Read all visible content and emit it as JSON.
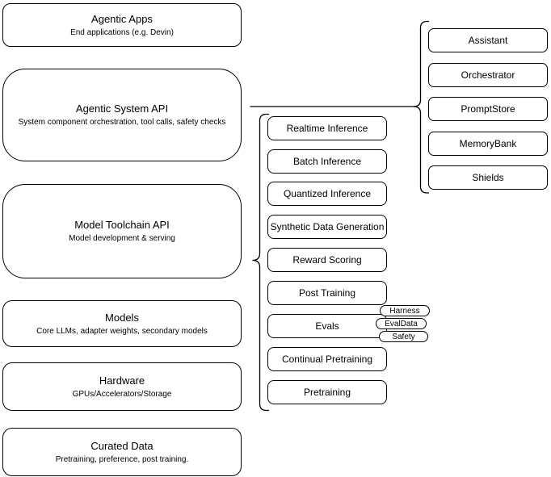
{
  "stack_layers": [
    {
      "title": "Agentic Apps",
      "subtitle": "End applications (e.g. Devin)"
    },
    {
      "title": "Agentic System API",
      "subtitle": "System component orchestration, tool calls, safety checks"
    },
    {
      "title": "Model Toolchain API",
      "subtitle": "Model development & serving"
    },
    {
      "title": "Models",
      "subtitle": "Core LLMs, adapter weights, secondary models"
    },
    {
      "title": "Hardware",
      "subtitle": "GPUs/Accelerators/Storage"
    },
    {
      "title": "Curated Data",
      "subtitle": "Pretraining, preference, post training."
    }
  ],
  "toolchain_items": [
    "Realtime Inference",
    "Batch Inference",
    "Quantized Inference",
    "Synthetic Data Generation",
    "Reward Scoring",
    "Post Training",
    "Evals",
    "Continual Pretraining",
    "Pretraining"
  ],
  "eval_tags": [
    "Harness",
    "EvalData",
    "Safety"
  ],
  "system_components": [
    "Assistant",
    "Orchestrator",
    "PromptStore",
    "MemoryBank",
    "Shields"
  ],
  "colors": {
    "stroke": "#000000",
    "background": "#ffffff",
    "text": "#000000"
  }
}
